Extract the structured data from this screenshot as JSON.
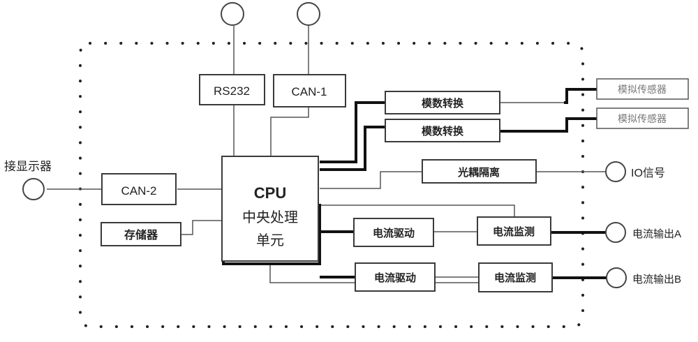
{
  "diagram": {
    "type": "block-diagram",
    "colors": {
      "line": "#555555",
      "bold_line": "#111111",
      "text": "#222222",
      "sensor_text": "#777777",
      "background": "#ffffff"
    },
    "cpu": {
      "title": "CPU",
      "line1": "中央处理",
      "line2": "单元"
    },
    "top_interfaces": [
      {
        "id": "rs232",
        "label": "RS232"
      },
      {
        "id": "can1",
        "label": "CAN-1"
      }
    ],
    "left_interfaces": [
      {
        "id": "can2",
        "label": "CAN-2",
        "port_label": "接显示器"
      },
      {
        "id": "storage",
        "label": "存储器"
      }
    ],
    "adc": [
      {
        "id": "adc1",
        "label": "模数转换",
        "sensor_label": "模拟传感器"
      },
      {
        "id": "adc2",
        "label": "模数转换",
        "sensor_label": "模拟传感器"
      }
    ],
    "optocoupler": {
      "label": "光耦隔离",
      "port_label": "IO信号"
    },
    "current_channels": [
      {
        "id": "a",
        "driver_label": "电流驱动",
        "monitor_label": "电流监测",
        "port_label": "电流输出A"
      },
      {
        "id": "b",
        "driver_label": "电流驱动",
        "monitor_label": "电流监测",
        "port_label": "电流输出B"
      }
    ]
  }
}
